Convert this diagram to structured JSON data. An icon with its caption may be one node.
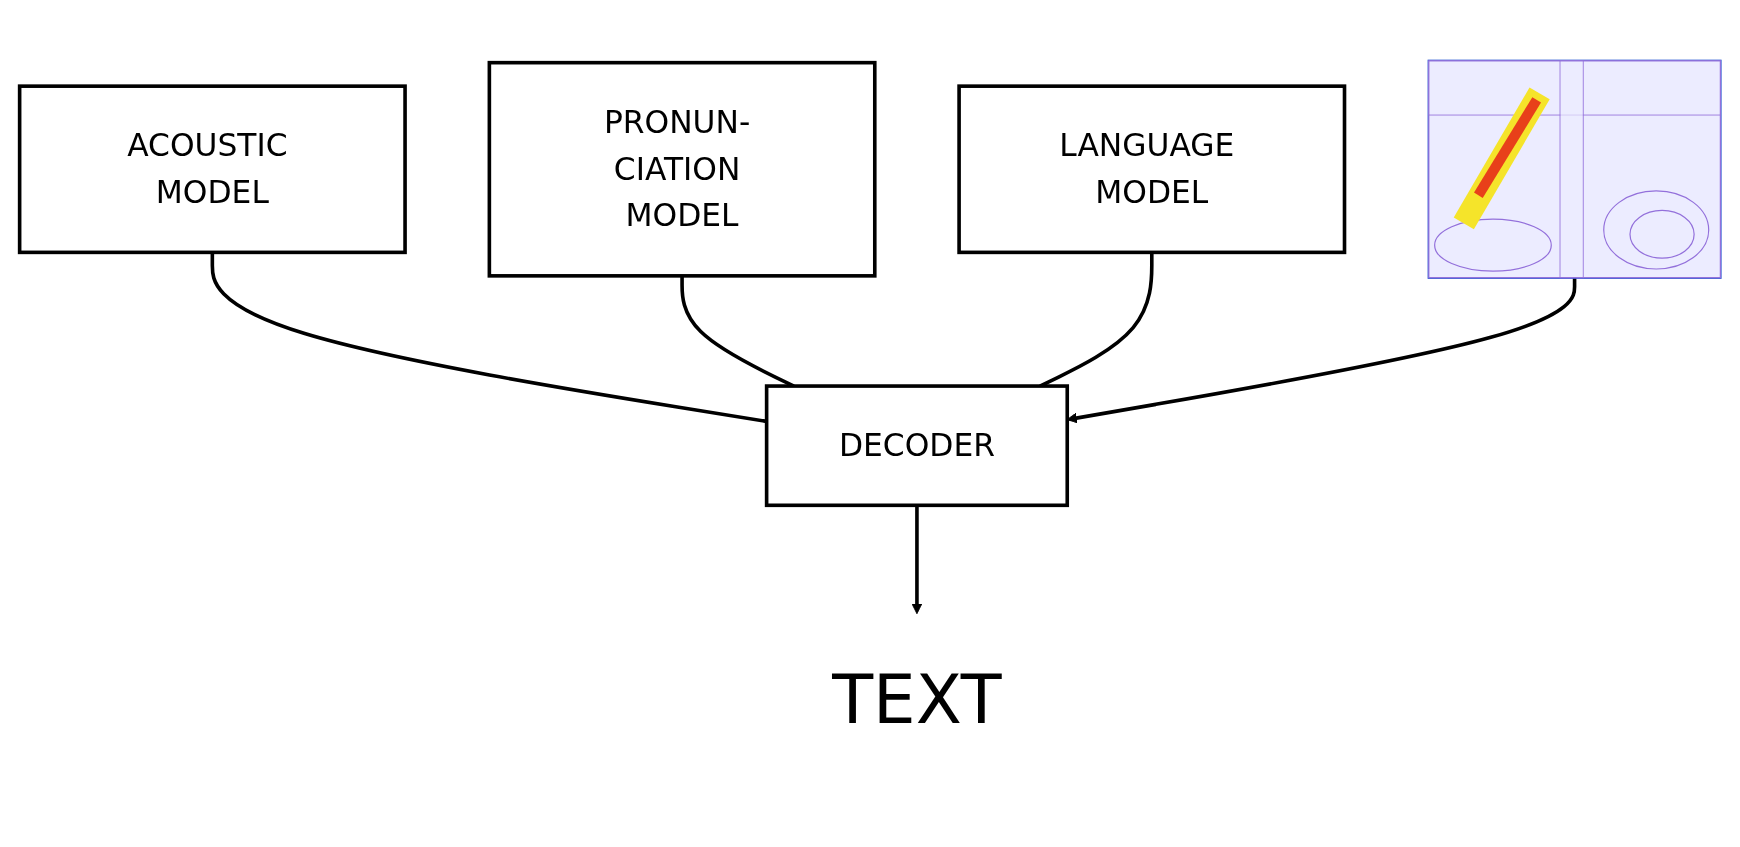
{
  "diagram": {
    "nodes": [
      {
        "text": [
          "ACOUSTIC MODEL"
        ]
      },
      {
        "text": [
          "PRONUN- CIATION MODEL"
        ]
      },
      {
        "text": [
          "LANGUAGE MODEL"
        ]
      },
      {
        "text": [],
        "shape": "picture"
      },
      {
        "text": [
          "DECODER"
        ]
      },
      {
        "text": [
          "TEXT"
        ]
      }
    ],
    "edges": [
      {
        "from": 0,
        "to": 4,
        "arrow": "none"
      },
      {
        "from": 1,
        "to": 4,
        "arrow": "none"
      },
      {
        "from": 2,
        "to": 4,
        "arrow": "none"
      },
      {
        "from": 3,
        "to": 4,
        "arrow": "to"
      },
      {
        "from": 4,
        "to": 5,
        "arrow": "to"
      }
    ]
  }
}
